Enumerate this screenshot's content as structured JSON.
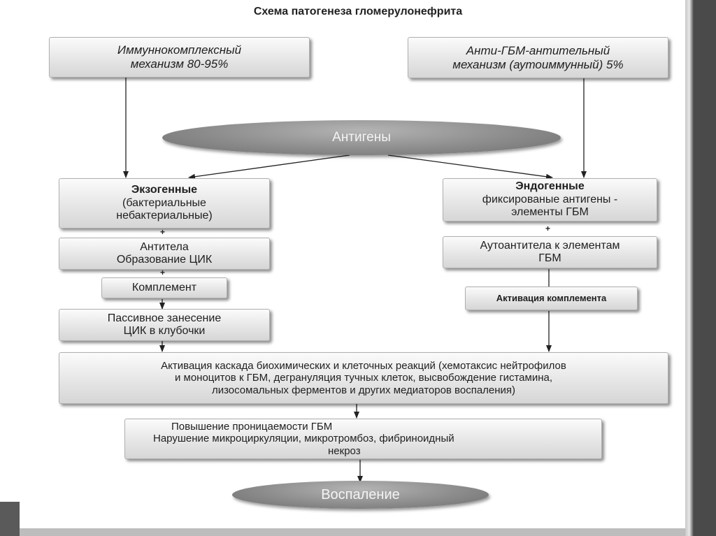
{
  "title": "Схема патогенеза гломерулонефрита",
  "immune_complex": {
    "line1": "Иммуннокомплексный",
    "line2": "механизм 80-95%"
  },
  "anti_gbm": {
    "line1": "Анти-ГБМ-антительный",
    "line2": "механизм (аутоиммунный) 5%"
  },
  "antigens": "Антигены",
  "exogenous": {
    "heading": "Экзогенные",
    "line2": "(бактериальные",
    "line3": "небактериальные)"
  },
  "endogenous": {
    "heading": "Эндогенные",
    "line2": "фиксированые антигены -",
    "line3": "элементы ГБМ"
  },
  "plus_sign": "+",
  "antibodies": {
    "line1": "Антитела",
    "line2": "Образование ЦИК"
  },
  "complement": "Комплемент",
  "passive": {
    "line1": "Пассивное занесение",
    "line2": "ЦИК в клубочки"
  },
  "autoantibodies": {
    "line1": "Аутоантитела к элементам",
    "line2": "ГБМ"
  },
  "complement_activation": "Активация комплемента",
  "cascade": {
    "line1": "Активация каскада биохимических и клеточных реакций (хемотаксис нейтрофилов",
    "line2": "и моноцитов к ГБМ, дегрануляция тучных клеток, высвобождение гистамина,",
    "line3": "лизосомальных ферментов и других медиаторов воспаления)"
  },
  "permeability": {
    "line1": "Повышение проницаемости ГБМ",
    "line2": "Нарушение микроциркуляции, микротромбоз, фибриноидный",
    "line3": "некроз"
  },
  "inflammation": "Воспаление",
  "colors": {
    "box_fill": "#e6e6e6",
    "ellipse_fill": "#8c8c8c",
    "arrow": "#222222"
  }
}
